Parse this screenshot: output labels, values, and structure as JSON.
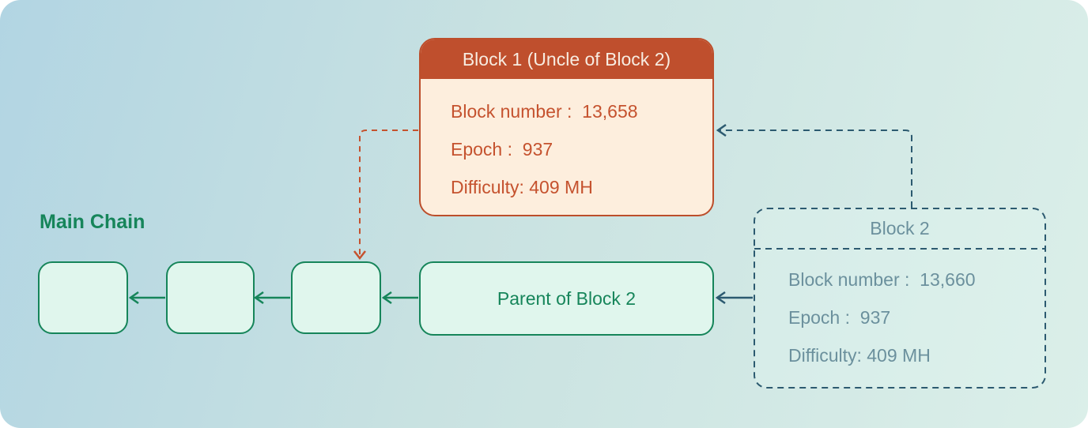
{
  "colors": {
    "chain_green": "#16855a",
    "chain_fill": "#e0f6ed",
    "uncle_border": "#bc4e2b",
    "uncle_header_bg": "#bf4f2d",
    "uncle_header_text": "#f7ece1",
    "uncle_body_bg": "#fdeedd",
    "uncle_text": "#c5522e",
    "teal": "#2c5a70",
    "background_from": "#b2d5e3",
    "background_to": "#dbefe9"
  },
  "main_chain": {
    "label": "Main Chain",
    "empty_block_count": 3
  },
  "uncle_block": {
    "title": "Block 1 (Uncle of Block 2)",
    "lines": [
      "Block number :  13,658",
      "Epoch :  937",
      "Difficulty: 409 MH"
    ]
  },
  "block2": {
    "title": "Block 2",
    "lines": [
      "Block number :  13,660",
      "Epoch :  937",
      "Difficulty: 409 MH"
    ]
  },
  "parent_block": {
    "label": "Parent of Block 2"
  }
}
